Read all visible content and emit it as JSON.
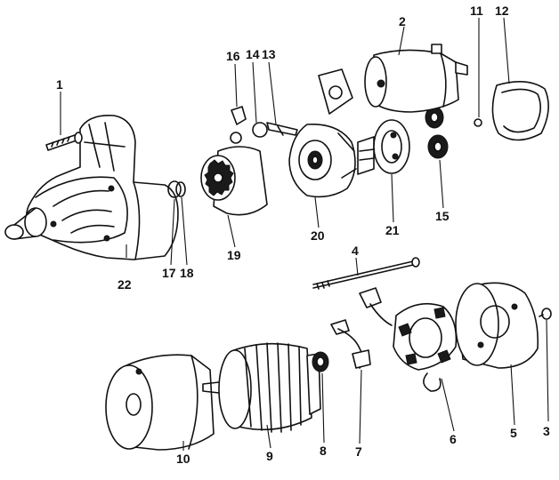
{
  "diagram": {
    "parts": [
      {
        "id": "1",
        "icon": "bolt-icon"
      },
      {
        "id": "2",
        "icon": "solenoid-switch-icon"
      },
      {
        "id": "3",
        "icon": "screw-icon"
      },
      {
        "id": "4",
        "icon": "through-bolt-icon"
      },
      {
        "id": "5",
        "icon": "commutator-end-frame-icon"
      },
      {
        "id": "6",
        "icon": "brush-holder-icon"
      },
      {
        "id": "7",
        "icon": "brush-plate-icon"
      },
      {
        "id": "8",
        "icon": "bearing-icon"
      },
      {
        "id": "9",
        "icon": "armature-icon"
      },
      {
        "id": "10",
        "icon": "yoke-field-frame-icon"
      },
      {
        "id": "11",
        "icon": "steel-ball-icon"
      },
      {
        "id": "12",
        "icon": "ring-clip-icon"
      },
      {
        "id": "13",
        "icon": "lever-icon"
      },
      {
        "id": "14",
        "icon": "spring-icon"
      },
      {
        "id": "15",
        "icon": "idle-gear-icon"
      },
      {
        "id": "16",
        "icon": "bracket-icon"
      },
      {
        "id": "17",
        "icon": "washer-icon"
      },
      {
        "id": "18",
        "icon": "snap-ring-icon"
      },
      {
        "id": "19",
        "icon": "pinion-clutch-icon"
      },
      {
        "id": "20",
        "icon": "center-bearing-plate-icon"
      },
      {
        "id": "21",
        "icon": "planetary-gear-shaft-icon"
      },
      {
        "id": "22",
        "icon": "drive-housing-icon"
      }
    ]
  }
}
